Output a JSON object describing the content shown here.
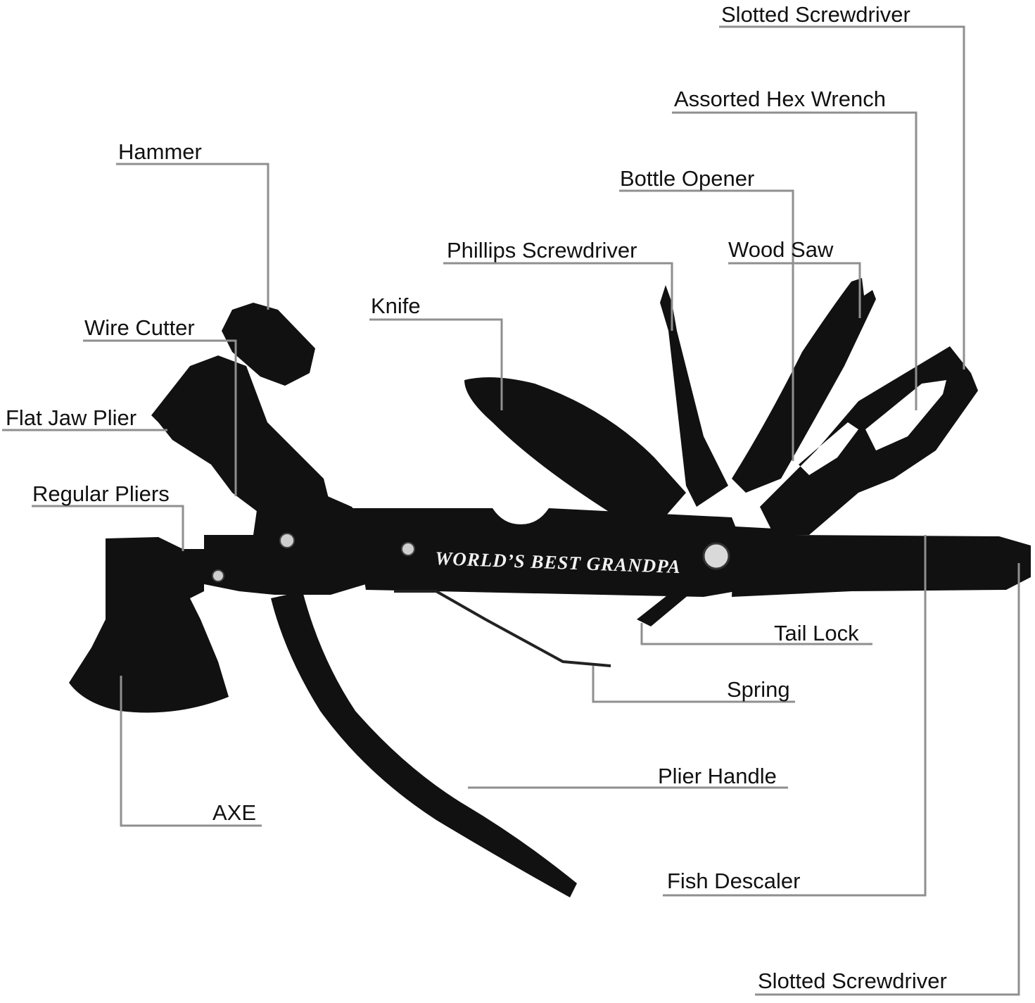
{
  "engraving": "WORLD’S BEST GRANDPA",
  "colors": {
    "tool": "#111111",
    "leader": "#8f8f8f",
    "text": "#111111",
    "rivet": "#cfcfcf"
  },
  "labels": {
    "slotted_screwdriver_top": "Slotted Screwdriver",
    "assorted_hex_wrench": "Assorted Hex Wrench",
    "hammer": "Hammer",
    "bottle_opener": "Bottle Opener",
    "phillips_screwdriver": "Phillips Screwdriver",
    "wood_saw": "Wood Saw",
    "knife": "Knife",
    "wire_cutter": "Wire Cutter",
    "flat_jaw_plier": "Flat Jaw Plier",
    "regular_pliers": "Regular Pliers",
    "tail_lock": "Tail Lock",
    "spring": "Spring",
    "plier_handle": "Plier Handle",
    "axe": "AXE",
    "fish_descaler": "Fish Descaler",
    "slotted_screwdriver_bottom": "Slotted Screwdriver"
  }
}
